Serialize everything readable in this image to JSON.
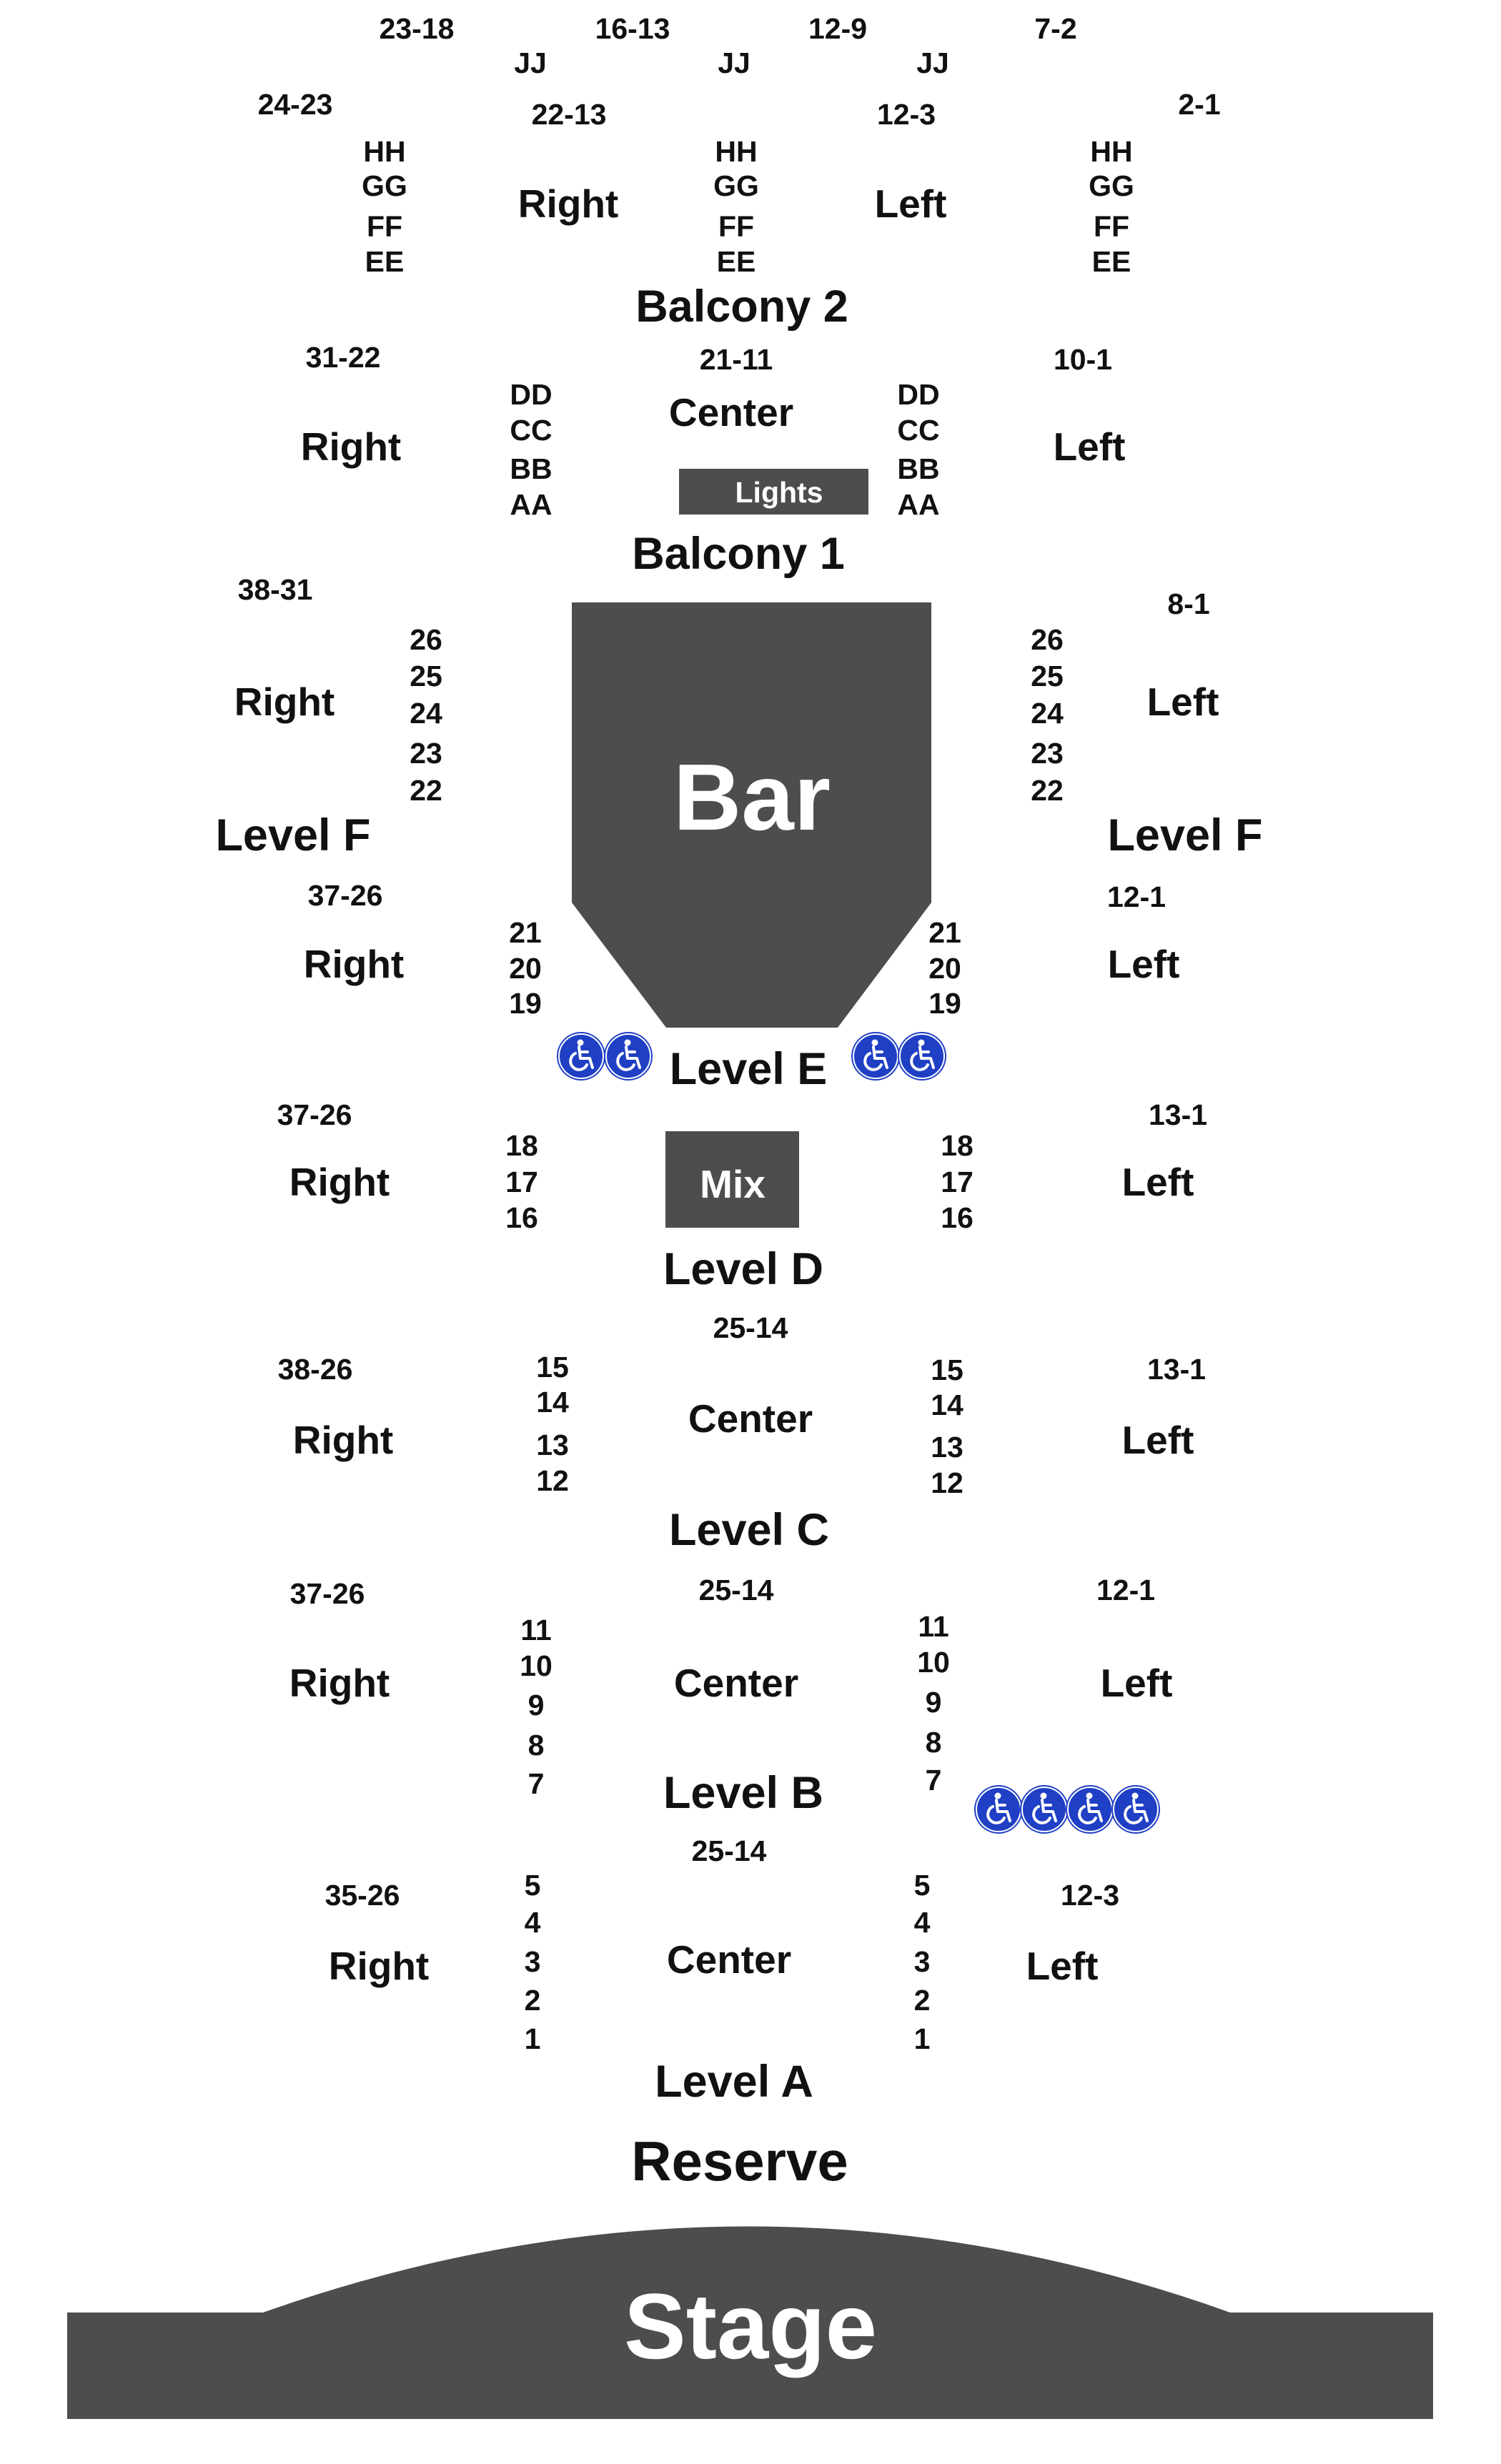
{
  "colors": {
    "block": "#4d4d4d",
    "wheelchair": "#1f3fc4",
    "text": "#111111"
  },
  "icons": {
    "wheelchair": "wheelchair-accessible-icon"
  },
  "blocks": {
    "bar": "Bar",
    "lights": "Lights",
    "mix": "Mix",
    "stage": "Stage"
  },
  "labels": {
    "balcony2": {
      "r_23_18": "23-18",
      "r_16_13": "16-13",
      "r_12_9": "12-9",
      "r_7_2": "7-2",
      "jj1": "JJ",
      "jj2": "JJ",
      "jj3": "JJ",
      "r_24_23": "24-23",
      "r_22_13": "22-13",
      "r_12_3": "12-3",
      "r_2_1": "2-1",
      "hh1": "HH",
      "gg1": "GG",
      "ff1": "FF",
      "ee1": "EE",
      "hh2": "HH",
      "gg2": "GG",
      "ff2": "FF",
      "ee2": "EE",
      "hh3": "HH",
      "gg3": "GG",
      "ff3": "FF",
      "ee3": "EE",
      "right": "Right",
      "left": "Left",
      "title": "Balcony 2"
    },
    "balcony1": {
      "r_31_22": "31-22",
      "r_21_11": "21-11",
      "r_10_1": "10-1",
      "right": "Right",
      "center": "Center",
      "left": "Left",
      "dd1": "DD",
      "cc1": "CC",
      "bb1": "BB",
      "aa1": "AA",
      "dd2": "DD",
      "cc2": "CC",
      "bb2": "BB",
      "aa2": "AA",
      "title": "Balcony 1"
    },
    "levelF": {
      "r_38_31": "38-31",
      "r_8_1": "8-1",
      "right": "Right",
      "left": "Left",
      "l26": "26",
      "l25": "25",
      "l24": "24",
      "l23": "23",
      "l22": "22",
      "rr26": "26",
      "rr25": "25",
      "rr24": "24",
      "rr23": "23",
      "rr22": "22",
      "title_left": "Level F",
      "title_right": "Level F"
    },
    "levelE": {
      "r_37_26": "37-26",
      "r_12_1": "12-1",
      "right": "Right",
      "left": "Left",
      "l21": "21",
      "l20": "20",
      "l19": "19",
      "rr21": "21",
      "rr20": "20",
      "rr19": "19",
      "title": "Level E"
    },
    "levelD": {
      "r_37_26": "37-26",
      "r_13_1": "13-1",
      "right": "Right",
      "left": "Left",
      "l18": "18",
      "l17": "17",
      "l16": "16",
      "rr18": "18",
      "rr17": "17",
      "rr16": "16",
      "title": "Level D"
    },
    "levelC": {
      "r_25_14": "25-14",
      "r_38_26": "38-26",
      "r_13_1": "13-1",
      "right": "Right",
      "center": "Center",
      "left": "Left",
      "l15": "15",
      "l14": "14",
      "l13": "13",
      "l12": "12",
      "rr15": "15",
      "rr14": "14",
      "rr13": "13",
      "rr12": "12",
      "title": "Level C"
    },
    "levelB": {
      "r_37_26": "37-26",
      "r_25_14": "25-14",
      "r_12_1": "12-1",
      "right": "Right",
      "center": "Center",
      "left": "Left",
      "l11": "11",
      "l10": "10",
      "l9": "9",
      "l8": "8",
      "l7": "7",
      "rr11": "11",
      "rr10": "10",
      "rr9": "9",
      "rr8": "8",
      "rr7": "7",
      "title": "Level B"
    },
    "levelA": {
      "r_25_14": "25-14",
      "r_35_26": "35-26",
      "r_12_3": "12-3",
      "right": "Right",
      "center": "Center",
      "left": "Left",
      "l5": "5",
      "l4": "4",
      "l3": "3",
      "l2": "2",
      "l1": "1",
      "rr5": "5",
      "rr4": "4",
      "rr3": "3",
      "rr2": "2",
      "rr1": "1",
      "title": "Level A"
    },
    "reserve": "Reserve"
  }
}
